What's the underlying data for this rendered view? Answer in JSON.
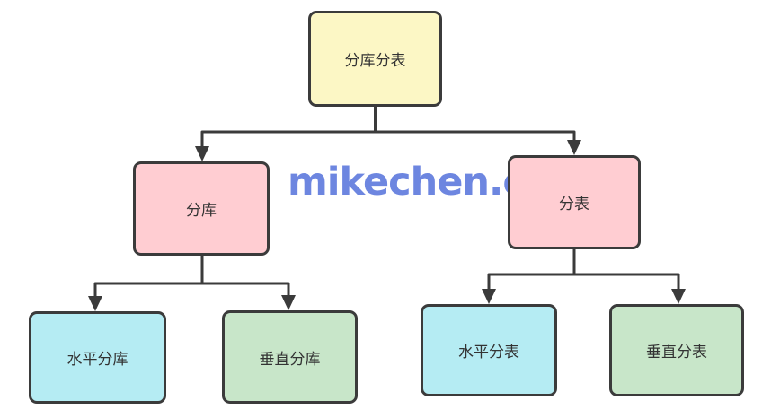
{
  "diagram": {
    "root": {
      "label": "分库分表"
    },
    "level2": [
      {
        "label": "分库"
      },
      {
        "label": "分表"
      }
    ],
    "level3": [
      {
        "label": "水平分库"
      },
      {
        "label": "垂直分库"
      },
      {
        "label": "水平分表"
      },
      {
        "label": "垂直分表"
      }
    ]
  },
  "watermark": {
    "text": "mikechen.cc"
  },
  "colors": {
    "root_fill": "#fcf7c5",
    "branch_fill": "#ffcdd2",
    "leaf_horizontal_fill": "#b5ecf3",
    "leaf_vertical_fill": "#c8e6c9",
    "border": "#3b3b3b",
    "connector": "#3b3b3b",
    "text": "#333333",
    "watermark": "#6d86e0",
    "background": "#ffffff"
  }
}
